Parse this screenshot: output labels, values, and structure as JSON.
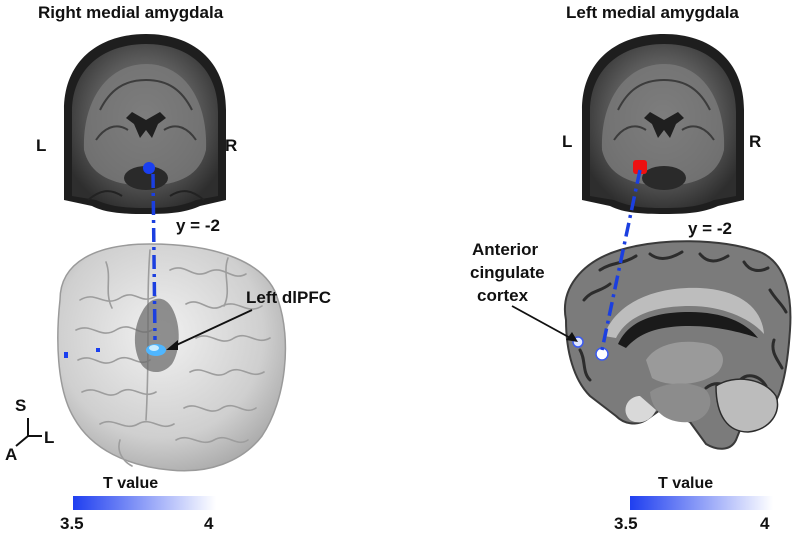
{
  "left_panel": {
    "title": "Right medial amygdala",
    "hemi_left": "L",
    "hemi_right": "R",
    "slice": "y = -2",
    "region_label": "Left dlPFC",
    "seed_color": "#1a3ff0"
  },
  "right_panel": {
    "title": "Left medial amygdala",
    "hemi_left": "L",
    "hemi_right": "R",
    "slice": "y = -2",
    "region_label_lines": [
      "Anterior",
      "cingulate",
      "cortex"
    ],
    "seed_color": "#ee1111"
  },
  "orientation": {
    "superior": "S",
    "left": "L",
    "anterior": "A"
  },
  "colorbar": {
    "title": "T value",
    "min": "3.5",
    "max": "4",
    "color_low": "#1f3ff0",
    "color_high": "#ffffff"
  },
  "connection_color": "#1b3fe0"
}
